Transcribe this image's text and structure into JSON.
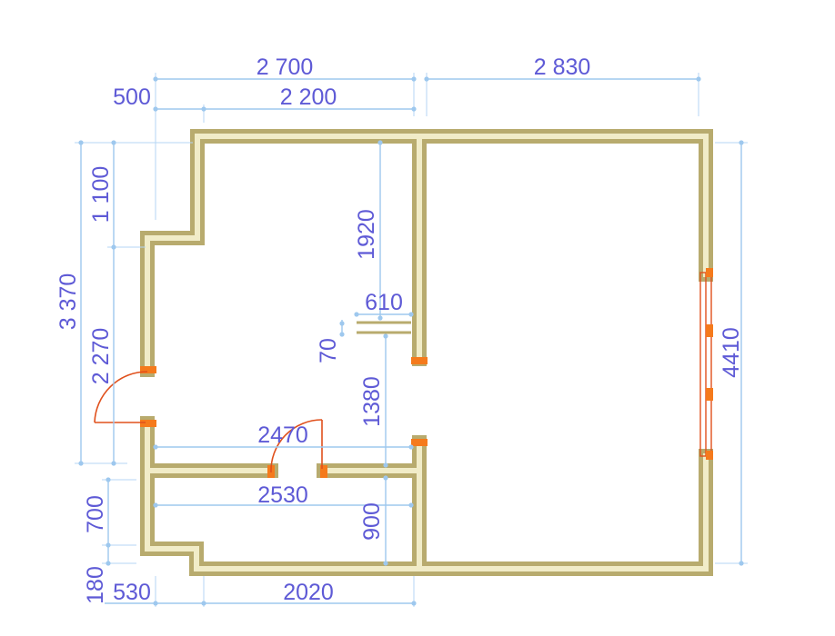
{
  "dimensions": {
    "top_total_left": "2 700",
    "top_total_right": "2 830",
    "top_offset": "500",
    "top_inner": "2 200",
    "left_total": "3 370",
    "left_upper": "1 100",
    "left_lower": "2 270",
    "left_bottom_a": "700",
    "left_bottom_b": "180",
    "bottom_offset": "530",
    "bottom_width": "2020",
    "partition_upper": "1920",
    "partition_gap": "610",
    "partition_thickness": "70",
    "partition_lower": "1380",
    "corridor_width": "2470",
    "lower_room_width": "2530",
    "lower_room_height": "900",
    "right_total": "4410"
  },
  "colors": {
    "wall": "#b8ab6e",
    "dimension_text": "#5e5ad6",
    "dimension_line": "#9ec8ee",
    "door_window": "#f57a1c"
  }
}
